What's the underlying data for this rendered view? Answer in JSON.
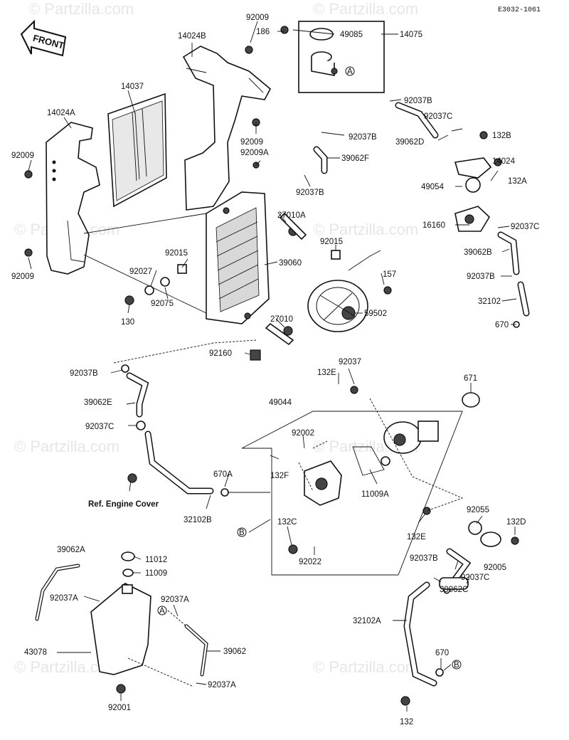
{
  "diagram": {
    "code": "E3032-1061",
    "front_label": "FRONT",
    "watermark": "© Partzilla.com",
    "ref_label": "Ref. Engine Cover",
    "letters": {
      "a": "A",
      "b": "B"
    },
    "parts": {
      "p92009a": "92009",
      "p186": "186",
      "p49085": "49085",
      "p14075": "14075",
      "p14024B": "14024B",
      "p14037": "14037",
      "p14024A": "14024A",
      "p92009b": "92009",
      "p92009c": "92009",
      "p92009d": "92009",
      "p92009A": "92009A",
      "p92037B_1": "92037B",
      "p92037B_2": "92037B",
      "p92037B_3": "92037B",
      "p92037B_4": "92037B",
      "p92037B_5": "92037B",
      "p92037B_6": "92037B",
      "p92037C_1": "92037C",
      "p92037C_2": "92037C",
      "p92037C_3": "92037C",
      "p92037C_4": "92037C",
      "p39062D": "39062D",
      "p39062F": "39062F",
      "p39062B": "39062B",
      "p39062E": "39062E",
      "p39062A": "39062A",
      "p39062C": "39062C",
      "p39062": "39062",
      "p132B": "132B",
      "p14024": "14024",
      "p132A": "132A",
      "p49054": "49054",
      "p27010A": "27010A",
      "p16160": "16160",
      "p92015a": "92015",
      "p92015b": "92015",
      "p39060": "39060",
      "p92027": "92027",
      "p157": "157",
      "p92075": "92075",
      "p130": "130",
      "p59502": "59502",
      "p32102": "32102",
      "p27010": "27010",
      "p670a": "670",
      "p670b": "670",
      "p670A": "670A",
      "p92160": "92160",
      "p92037": "92037",
      "p132E_1": "132E",
      "p132E_2": "132E",
      "p671": "671",
      "p49044": "49044",
      "p92002": "92002",
      "p132F": "132F",
      "p11009A": "11009A",
      "p32102B": "32102B",
      "p132C": "132C",
      "p92022": "92022",
      "p92055": "92055",
      "p132D": "132D",
      "p92005": "92005",
      "p11012": "11012",
      "p11009": "11009",
      "p92037A_1": "92037A",
      "p92037A_2": "92037A",
      "p92037A_3": "92037A",
      "p43078": "43078",
      "p32102A": "32102A",
      "p92001": "92001",
      "p132": "132"
    }
  }
}
